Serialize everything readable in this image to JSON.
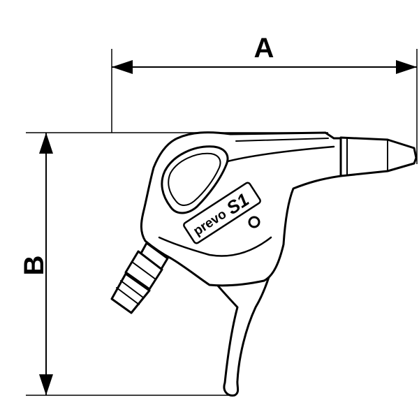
{
  "dimensions": {
    "width_label": "A",
    "height_label": "B"
  },
  "product": {
    "brand_text": "prevo",
    "logo": "S1 logo mark",
    "line_color": "#000000",
    "fill_color": "#ffffff"
  }
}
